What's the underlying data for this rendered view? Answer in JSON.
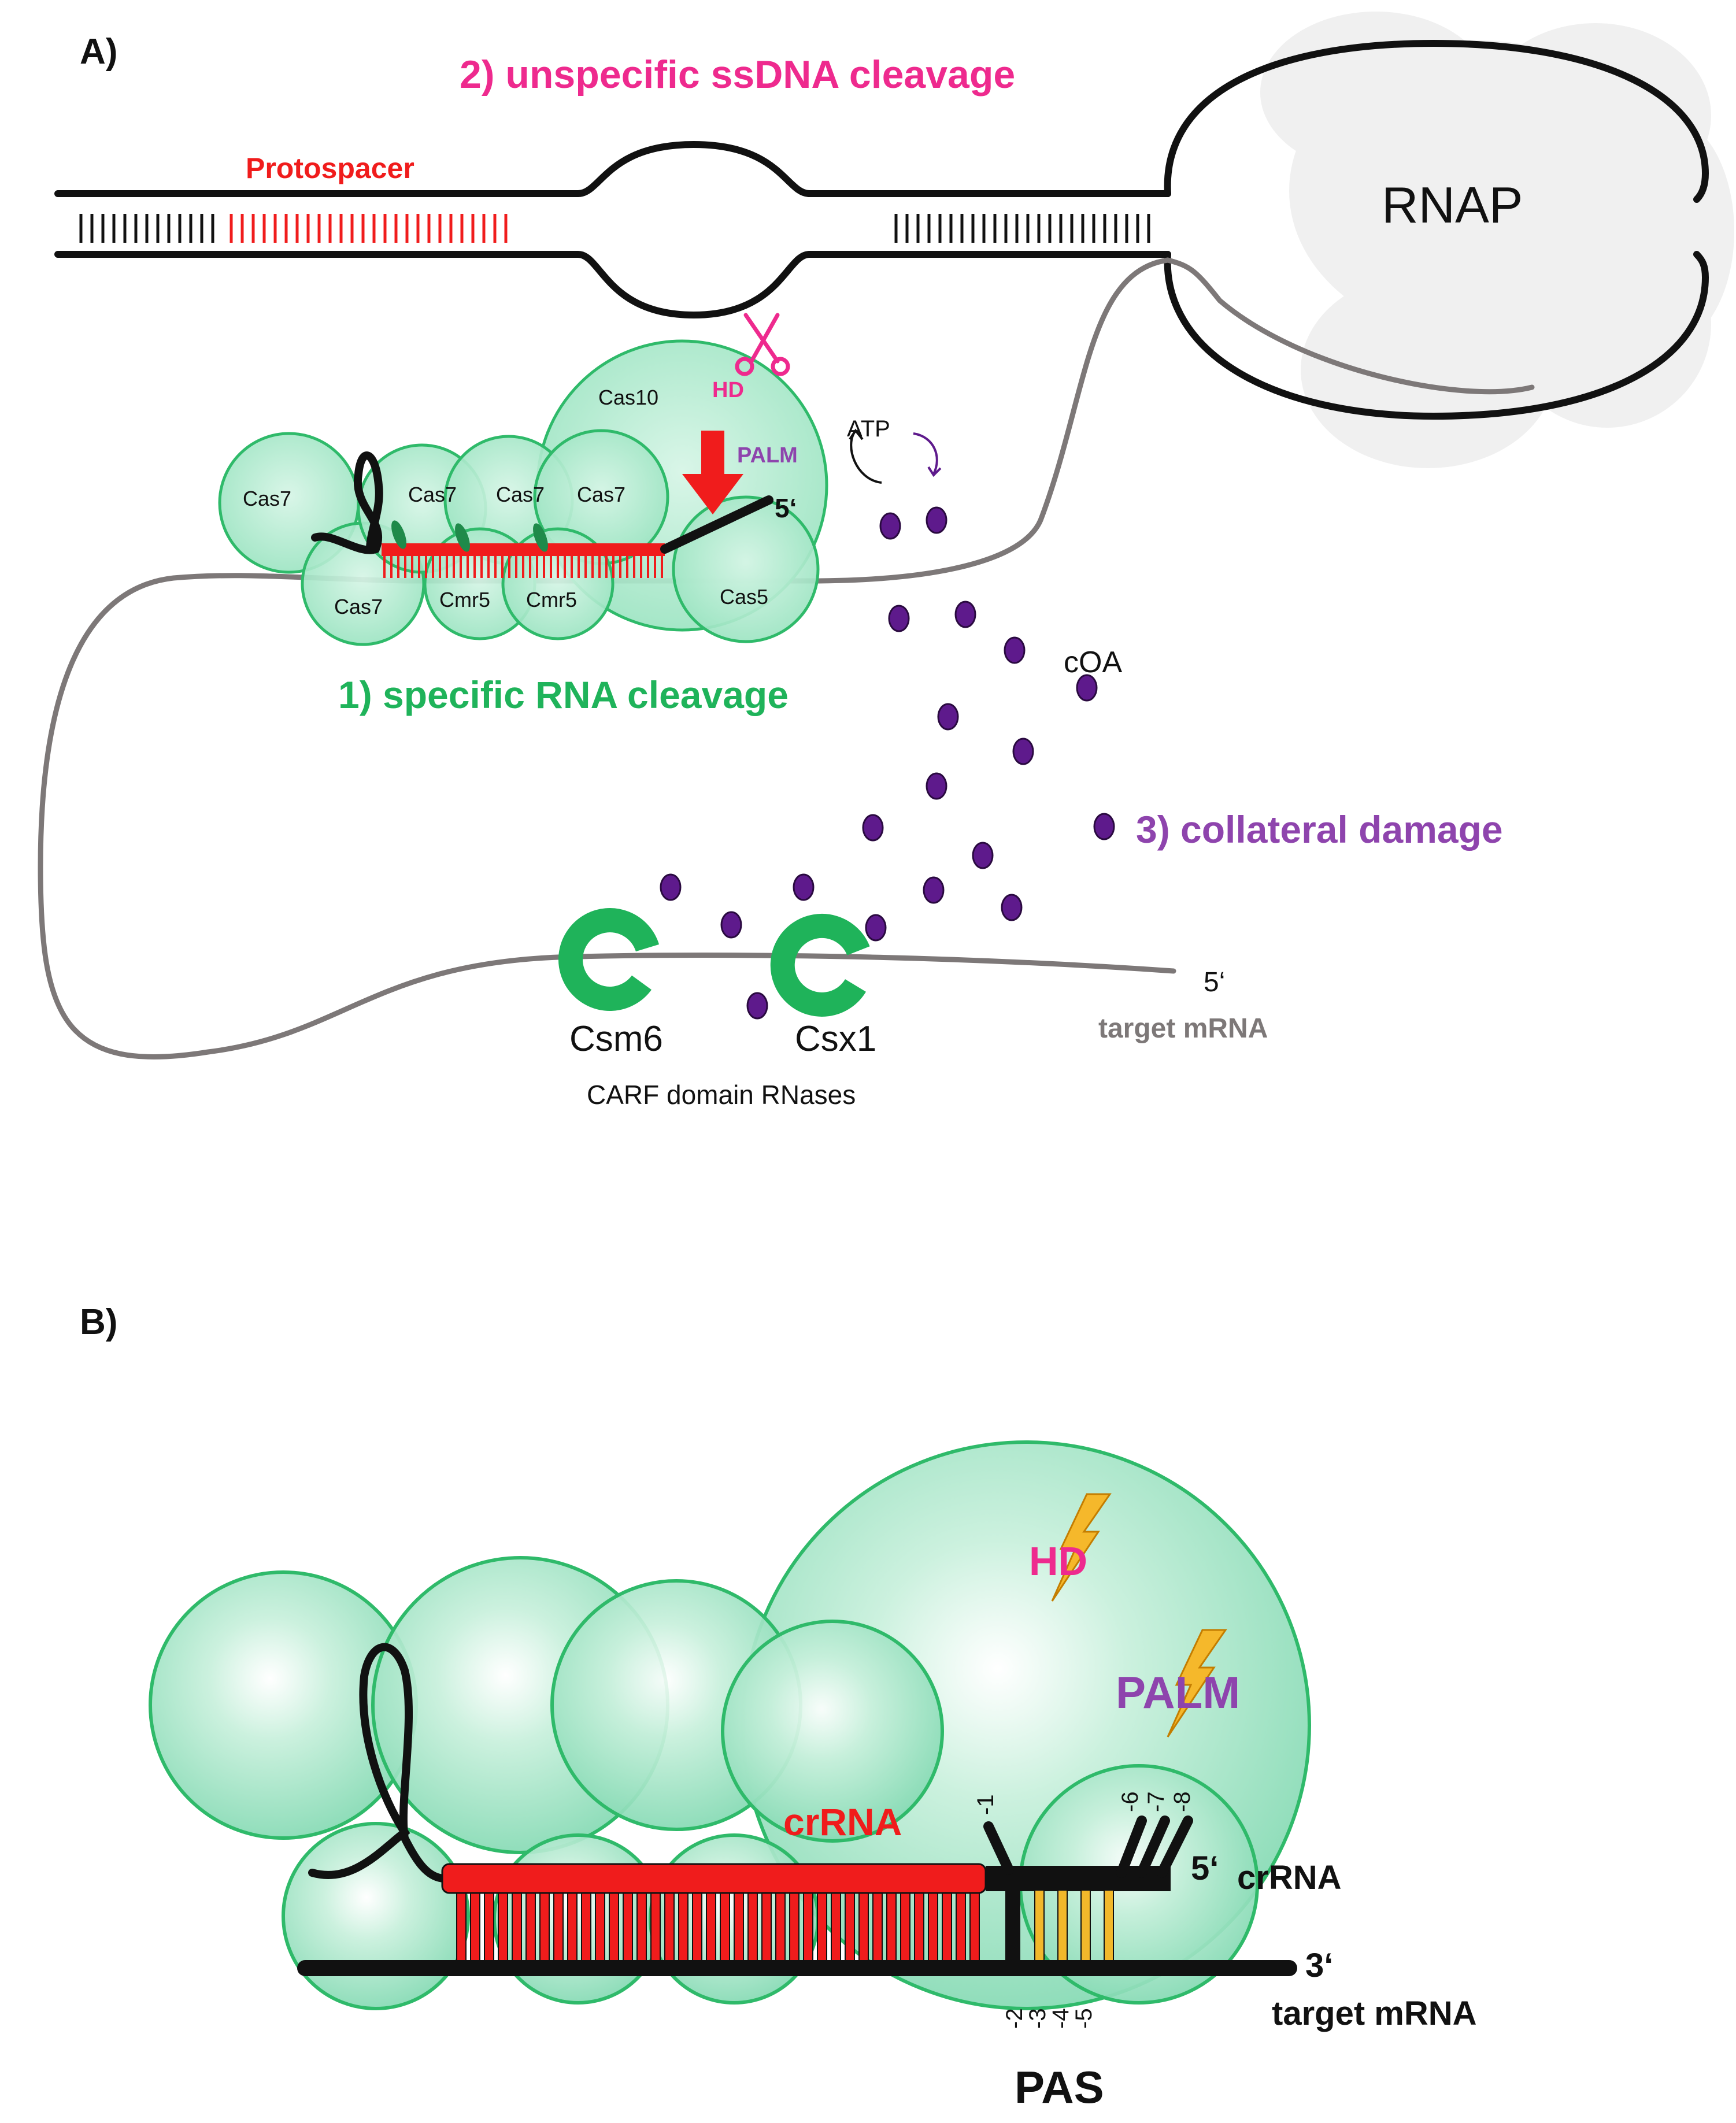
{
  "colors": {
    "protein_fill": "#7fd8b0",
    "protein_stroke": "#2fba6a",
    "red": "#f01c1c",
    "pink": "#ee2a8e",
    "green_text": "#1fb35a",
    "purple": "#8e44ad",
    "dot": "#5e1a8c",
    "grey": "#7d7878",
    "yellow": "#f2b82b",
    "bolt": "#f5b82b"
  },
  "icons": {
    "scissors": "scissors-icon",
    "lightning": "lightning-bolt-icon"
  },
  "panelA": {
    "label": "A)",
    "protospacer": "Protospacer",
    "ssdna_cleavage": "2) unspecific ssDNA cleavage",
    "rnap": "RNAP",
    "hd": "HD",
    "palm": "PALM",
    "atp": "ATP",
    "five_prime_crrna": "5‘",
    "cas10": "Cas10",
    "cas7_labels": [
      "Cas7",
      "Cas7",
      "Cas7",
      "Cas7",
      "Cas7"
    ],
    "cmr5_labels": [
      "Cmr5",
      "Cmr5"
    ],
    "cas5": "Cas5",
    "rna_cleavage": "1) specific RNA cleavage",
    "coa": "cOA",
    "collateral": "3) collateral damage",
    "csm6": "Csm6",
    "csx1": "Csx1",
    "carf": "CARF domain RNases",
    "five_prime_mrna": "5‘",
    "target_mrna": "target mRNA"
  },
  "panelB": {
    "label": "B)",
    "hd": "HD",
    "palm": "PALM",
    "crrna_label": "crRNA",
    "minus1": "-1",
    "minus6": "-6",
    "minus7": "-7",
    "minus8": "-8",
    "five_prime": "5‘",
    "crrna_end": "crRNA",
    "three_prime": "3‘",
    "target_mrna": "target mRNA",
    "minus2": "-2",
    "minus3": "-3",
    "minus4": "-4",
    "minus5": "-5",
    "pas": "PAS"
  }
}
